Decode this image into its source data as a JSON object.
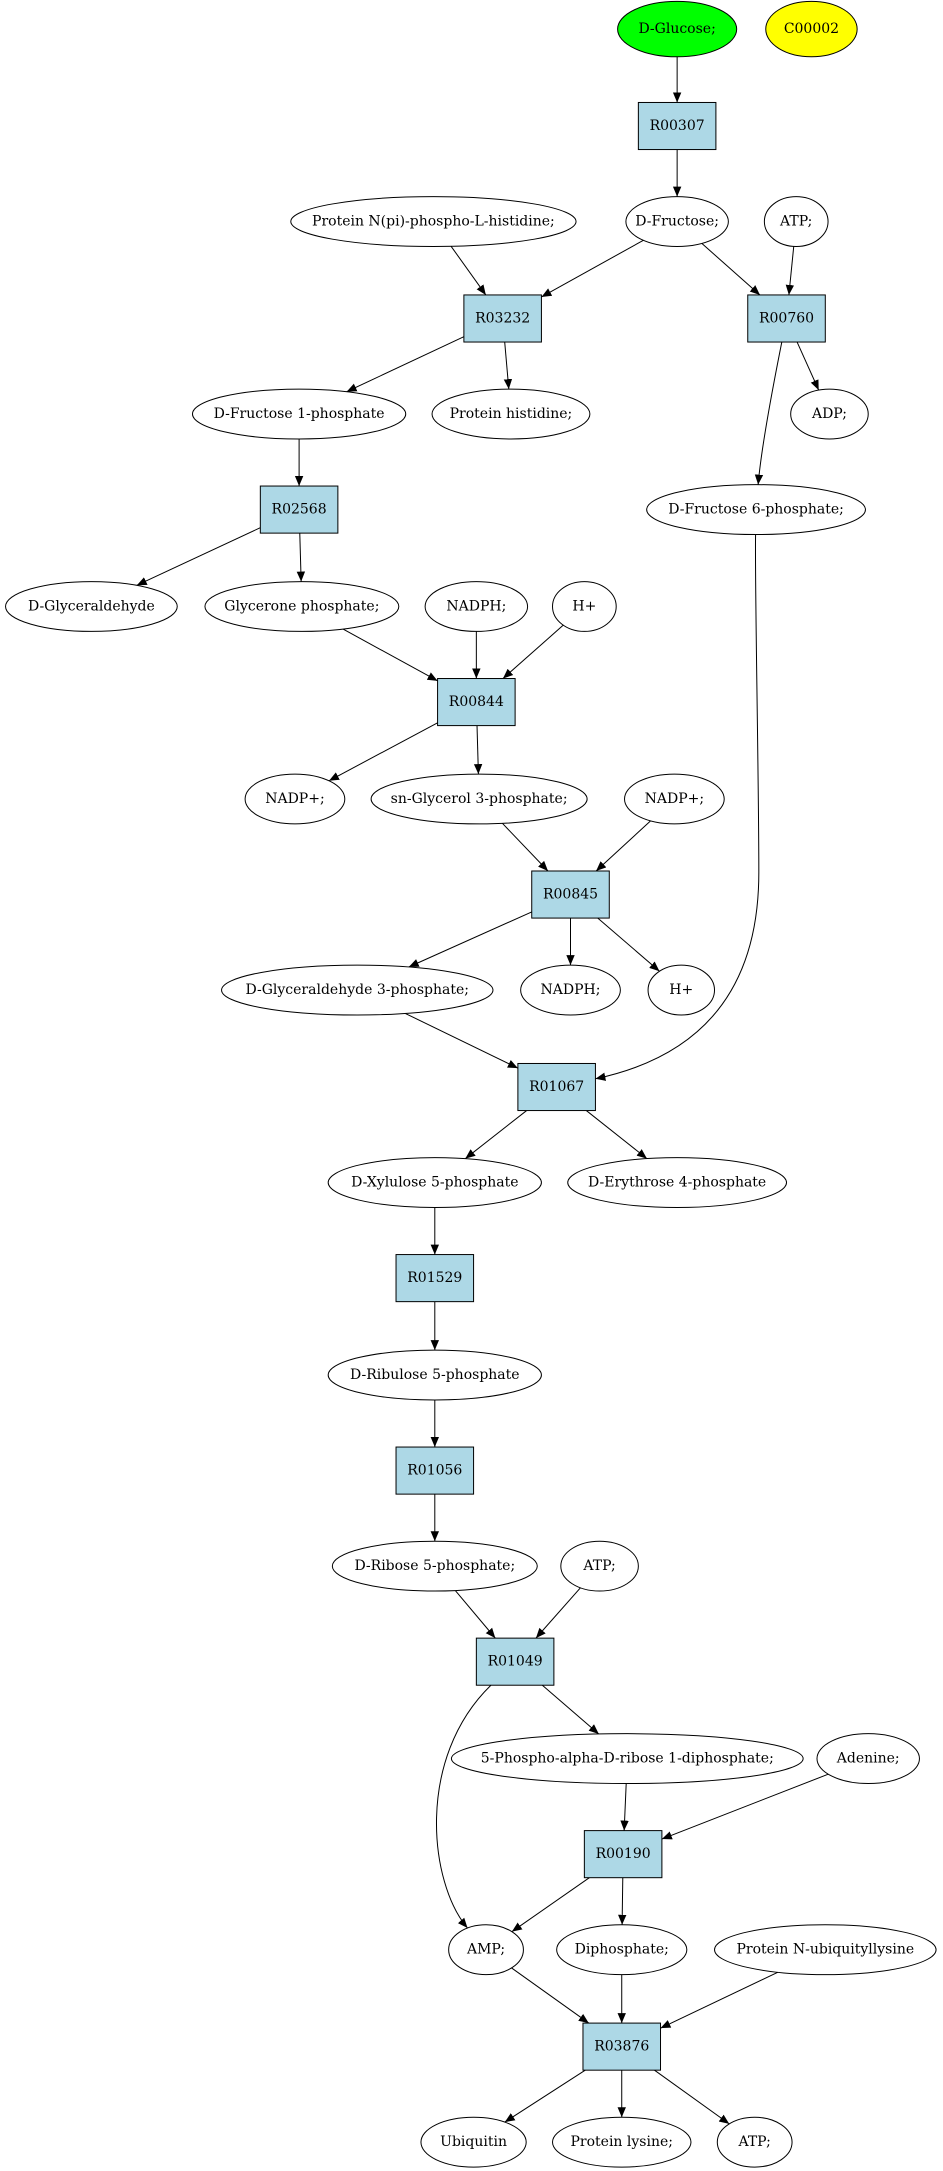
{
  "colors": {
    "reaction_fill": "#add8e6",
    "start_node_fill": "#00ff00",
    "highlight_node_fill": "#ffff00",
    "compound_fill": "#ffffff",
    "stroke": "#000000"
  },
  "nodes": [
    {
      "id": "glucose",
      "label": "D-Glucose;",
      "kind": "compound",
      "style": "start"
    },
    {
      "id": "c00002",
      "label": "C00002",
      "kind": "compound",
      "style": "highlight"
    },
    {
      "id": "r00307",
      "label": "R00307",
      "kind": "reaction"
    },
    {
      "id": "histidine_p",
      "label": "Protein N(pi)-phospho-L-histidine;",
      "kind": "compound"
    },
    {
      "id": "fructose",
      "label": "D-Fructose;",
      "kind": "compound"
    },
    {
      "id": "atp1",
      "label": "ATP;",
      "kind": "compound"
    },
    {
      "id": "r03232",
      "label": "R03232",
      "kind": "reaction"
    },
    {
      "id": "r00760",
      "label": "R00760",
      "kind": "reaction"
    },
    {
      "id": "f1p",
      "label": "D-Fructose 1-phosphate",
      "kind": "compound"
    },
    {
      "id": "histidine",
      "label": "Protein histidine;",
      "kind": "compound"
    },
    {
      "id": "adp",
      "label": "ADP;",
      "kind": "compound"
    },
    {
      "id": "r02568",
      "label": "R02568",
      "kind": "reaction"
    },
    {
      "id": "f6p",
      "label": "D-Fructose 6-phosphate;",
      "kind": "compound"
    },
    {
      "id": "glyceraldehyde",
      "label": "D-Glyceraldehyde",
      "kind": "compound"
    },
    {
      "id": "glycerone_p",
      "label": "Glycerone phosphate;",
      "kind": "compound"
    },
    {
      "id": "nadph1",
      "label": "NADPH;",
      "kind": "compound"
    },
    {
      "id": "hplus1",
      "label": "H+",
      "kind": "compound"
    },
    {
      "id": "r00844",
      "label": "R00844",
      "kind": "reaction"
    },
    {
      "id": "nadp1",
      "label": "NADP+;",
      "kind": "compound"
    },
    {
      "id": "g3p_sn",
      "label": "sn-Glycerol 3-phosphate;",
      "kind": "compound"
    },
    {
      "id": "nadp2",
      "label": "NADP+;",
      "kind": "compound"
    },
    {
      "id": "r00845",
      "label": "R00845",
      "kind": "reaction"
    },
    {
      "id": "gap",
      "label": "D-Glyceraldehyde 3-phosphate;",
      "kind": "compound"
    },
    {
      "id": "nadph2",
      "label": "NADPH;",
      "kind": "compound"
    },
    {
      "id": "hplus2",
      "label": "H+",
      "kind": "compound"
    },
    {
      "id": "r01067",
      "label": "R01067",
      "kind": "reaction"
    },
    {
      "id": "x5p",
      "label": "D-Xylulose 5-phosphate",
      "kind": "compound"
    },
    {
      "id": "e4p",
      "label": "D-Erythrose 4-phosphate",
      "kind": "compound"
    },
    {
      "id": "r01529",
      "label": "R01529",
      "kind": "reaction"
    },
    {
      "id": "ru5p",
      "label": "D-Ribulose 5-phosphate",
      "kind": "compound"
    },
    {
      "id": "r01056",
      "label": "R01056",
      "kind": "reaction"
    },
    {
      "id": "r5p",
      "label": "D-Ribose 5-phosphate;",
      "kind": "compound"
    },
    {
      "id": "atp2",
      "label": "ATP;",
      "kind": "compound"
    },
    {
      "id": "r01049",
      "label": "R01049",
      "kind": "reaction"
    },
    {
      "id": "prpp",
      "label": "5-Phospho-alpha-D-ribose 1-diphosphate;",
      "kind": "compound"
    },
    {
      "id": "adenine",
      "label": "Adenine;",
      "kind": "compound"
    },
    {
      "id": "r00190",
      "label": "R00190",
      "kind": "reaction"
    },
    {
      "id": "amp",
      "label": "AMP;",
      "kind": "compound"
    },
    {
      "id": "diphosphate",
      "label": "Diphosphate;",
      "kind": "compound"
    },
    {
      "id": "ubiq_lys",
      "label": "Protein N-ubiquityllysine",
      "kind": "compound"
    },
    {
      "id": "r03876",
      "label": "R03876",
      "kind": "reaction"
    },
    {
      "id": "ubiquitin",
      "label": "Ubiquitin",
      "kind": "compound"
    },
    {
      "id": "lysine",
      "label": "Protein lysine;",
      "kind": "compound"
    },
    {
      "id": "atp3",
      "label": "ATP;",
      "kind": "compound"
    }
  ],
  "edges": [
    [
      "glucose",
      "r00307"
    ],
    [
      "r00307",
      "fructose"
    ],
    [
      "histidine_p",
      "r03232"
    ],
    [
      "fructose",
      "r03232"
    ],
    [
      "fructose",
      "r00760"
    ],
    [
      "atp1",
      "r00760"
    ],
    [
      "r03232",
      "f1p"
    ],
    [
      "r03232",
      "histidine"
    ],
    [
      "r00760",
      "adp"
    ],
    [
      "r00760",
      "f6p"
    ],
    [
      "f1p",
      "r02568"
    ],
    [
      "r02568",
      "glyceraldehyde"
    ],
    [
      "r02568",
      "glycerone_p"
    ],
    [
      "glycerone_p",
      "r00844"
    ],
    [
      "nadph1",
      "r00844"
    ],
    [
      "hplus1",
      "r00844"
    ],
    [
      "r00844",
      "nadp1"
    ],
    [
      "r00844",
      "g3p_sn"
    ],
    [
      "g3p_sn",
      "r00845"
    ],
    [
      "nadp2",
      "r00845"
    ],
    [
      "r00845",
      "gap"
    ],
    [
      "r00845",
      "nadph2"
    ],
    [
      "r00845",
      "hplus2"
    ],
    [
      "gap",
      "r01067"
    ],
    [
      "f6p",
      "r01067"
    ],
    [
      "r01067",
      "x5p"
    ],
    [
      "r01067",
      "e4p"
    ],
    [
      "x5p",
      "r01529"
    ],
    [
      "r01529",
      "ru5p"
    ],
    [
      "ru5p",
      "r01056"
    ],
    [
      "r01056",
      "r5p"
    ],
    [
      "r5p",
      "r01049"
    ],
    [
      "atp2",
      "r01049"
    ],
    [
      "r01049",
      "prpp"
    ],
    [
      "r01049",
      "amp"
    ],
    [
      "prpp",
      "r00190"
    ],
    [
      "adenine",
      "r00190"
    ],
    [
      "r00190",
      "amp"
    ],
    [
      "r00190",
      "diphosphate"
    ],
    [
      "amp",
      "r03876"
    ],
    [
      "diphosphate",
      "r03876"
    ],
    [
      "ubiq_lys",
      "r03876"
    ],
    [
      "r03876",
      "ubiquitin"
    ],
    [
      "r03876",
      "lysine"
    ],
    [
      "r03876",
      "atp3"
    ]
  ]
}
